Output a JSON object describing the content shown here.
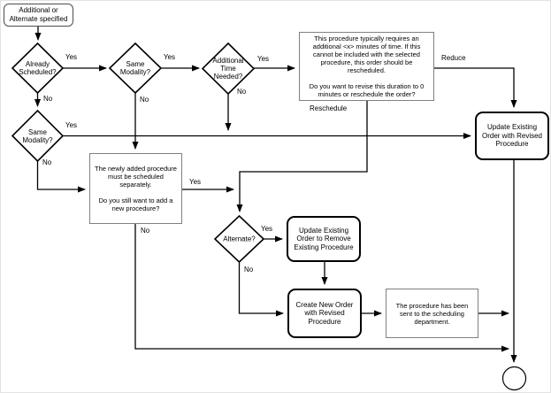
{
  "diagram": {
    "title": "Additional or Alternate procedure scheduling flowchart",
    "nodes": {
      "start": {
        "label": "Additional or Alternate specified",
        "shape": "rounded-rect"
      },
      "already_scheduled": {
        "label": "Already\nScheduled?",
        "shape": "diamond"
      },
      "same_modality_1": {
        "label": "Same\nModality?",
        "shape": "diamond"
      },
      "additional_time": {
        "label": "Additional\nTime\nNeeded?",
        "shape": "diamond"
      },
      "revise_prompt": {
        "label": "This procedure typically requires an additional <x> minutes of time. If this cannot be included with the selected procedure, this order should be rescheduled.\n\nDo you want to revise this duration to 0 minutes or reschedule the order?",
        "shape": "rect"
      },
      "same_modality_2": {
        "label": "Same\nModality?",
        "shape": "diamond"
      },
      "newly_added_prompt": {
        "label": "The newly added procedure must be scheduled separately.\n\nDo you still want to add a new procedure?",
        "shape": "rect"
      },
      "alternate": {
        "label": "Alternate?",
        "shape": "diamond"
      },
      "update_existing": {
        "label": "Update Existing Order with Revised Procedure",
        "shape": "rounded-rect"
      },
      "remove_existing": {
        "label": "Update Existing Order to Remove Existing Procedure",
        "shape": "rounded-rect"
      },
      "create_new": {
        "label": "Create New Order with Revised Procedure",
        "shape": "rounded-rect"
      },
      "sent": {
        "label": "The procedure has been sent to the scheduling department.",
        "shape": "rect"
      },
      "end": {
        "label": "",
        "shape": "circle"
      }
    },
    "edge_labels": {
      "already_scheduled_yes": "Yes",
      "already_scheduled_no": "No",
      "same_modality_1_yes": "Yes",
      "same_modality_1_no": "No",
      "additional_time_yes": "Yes",
      "additional_time_no": "No",
      "reduce": "Reduce",
      "reschedule": "Reschedule",
      "same_modality_2_yes": "Yes",
      "same_modality_2_no": "No",
      "newly_added_yes": "Yes",
      "newly_added_no": "No",
      "alternate_yes": "Yes",
      "alternate_no": "No"
    },
    "colors": {
      "background": "#ffffff",
      "connector": "#000000",
      "rounded_node_border": "#000000",
      "plain_node_border": "#808080",
      "text": "#000000"
    }
  }
}
